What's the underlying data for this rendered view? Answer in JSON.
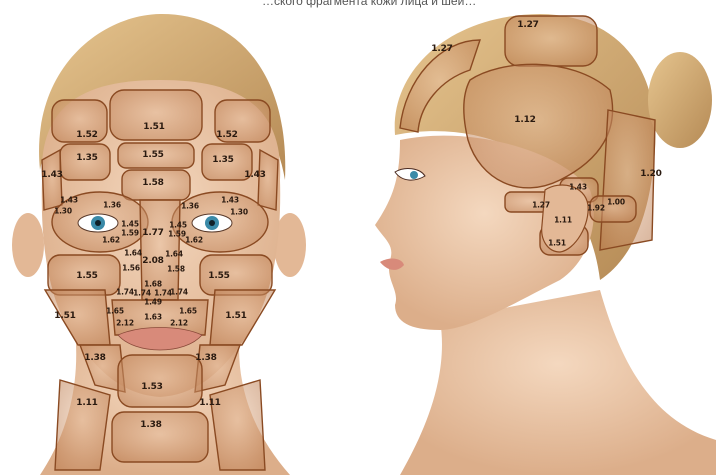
{
  "header_fragment": "…ского фрагмента кожи лица и шеи…",
  "front_face": {
    "zones": [
      {
        "id": "forehead-center",
        "value": "1.51"
      },
      {
        "id": "forehead-left",
        "value": "1.52"
      },
      {
        "id": "forehead-right",
        "value": "1.52"
      },
      {
        "id": "brow-center",
        "value": "1.55"
      },
      {
        "id": "temple-inner-left",
        "value": "1.35"
      },
      {
        "id": "temple-inner-right",
        "value": "1.35"
      },
      {
        "id": "glabella",
        "value": "1.58"
      },
      {
        "id": "temple-left",
        "value": "1.43"
      },
      {
        "id": "temple-right",
        "value": "1.43"
      },
      {
        "id": "upper-lid-left",
        "value": "1.36"
      },
      {
        "id": "upper-lid-right",
        "value": "1.36"
      },
      {
        "id": "outer-eye-left",
        "value": "1.43"
      },
      {
        "id": "outer-eye-right",
        "value": "1.43"
      },
      {
        "id": "outer-eye-left-2",
        "value": "1.30"
      },
      {
        "id": "outer-eye-right-2",
        "value": "1.30"
      },
      {
        "id": "inner-eye-left",
        "value": "1.45"
      },
      {
        "id": "inner-eye-right",
        "value": "1.45"
      },
      {
        "id": "inner-eye-left-2",
        "value": "1.59"
      },
      {
        "id": "inner-eye-right-2",
        "value": "1.59"
      },
      {
        "id": "under-eye-left",
        "value": "1.62"
      },
      {
        "id": "under-eye-right",
        "value": "1.62"
      },
      {
        "id": "nose-bridge",
        "value": "1.77"
      },
      {
        "id": "nose-side-left",
        "value": "1.64"
      },
      {
        "id": "nose-side-right",
        "value": "1.64"
      },
      {
        "id": "nose-mid",
        "value": "2.08"
      },
      {
        "id": "nose-lower-left",
        "value": "1.56"
      },
      {
        "id": "nose-lower-right",
        "value": "1.58"
      },
      {
        "id": "cheek-left",
        "value": "1.55"
      },
      {
        "id": "cheek-right",
        "value": "1.55"
      },
      {
        "id": "nose-tip",
        "value": "1.68"
      },
      {
        "id": "nostril-left",
        "value": "1.74"
      },
      {
        "id": "nostril-right",
        "value": "1.74"
      },
      {
        "id": "nostril-inner-left",
        "value": "1.74"
      },
      {
        "id": "nostril-inner-right",
        "value": "1.74"
      },
      {
        "id": "columella",
        "value": "1.49"
      },
      {
        "id": "nasolabial-left",
        "value": "1.65"
      },
      {
        "id": "nasolabial-right",
        "value": "1.65"
      },
      {
        "id": "upper-lip",
        "value": "1.63"
      },
      {
        "id": "lip-corner-left",
        "value": "2.12"
      },
      {
        "id": "lip-corner-right",
        "value": "2.12"
      },
      {
        "id": "lower-cheek-left",
        "value": "1.51"
      },
      {
        "id": "lower-cheek-right",
        "value": "1.51"
      },
      {
        "id": "jaw-left",
        "value": "1.38"
      },
      {
        "id": "jaw-right",
        "value": "1.38"
      },
      {
        "id": "chin",
        "value": "1.53"
      },
      {
        "id": "neck-left",
        "value": "1.11"
      },
      {
        "id": "neck-right",
        "value": "1.11"
      },
      {
        "id": "neck-center",
        "value": "1.38"
      }
    ]
  },
  "side_face": {
    "zones": [
      {
        "id": "crown",
        "value": "1.27"
      },
      {
        "id": "front-hairline",
        "value": "1.27"
      },
      {
        "id": "scalp-side",
        "value": "1.12"
      },
      {
        "id": "nape",
        "value": "1.20"
      },
      {
        "id": "ear-top",
        "value": "1.43"
      },
      {
        "id": "ear-front",
        "value": "1.27"
      },
      {
        "id": "ear-back",
        "value": "1.92"
      },
      {
        "id": "behind-ear",
        "value": "1.00"
      },
      {
        "id": "ear-concha",
        "value": "1.11"
      },
      {
        "id": "earlobe",
        "value": "1.51"
      }
    ]
  },
  "colors": {
    "zone_stroke": "#8a4a22",
    "zone_fill": "#d9a67a",
    "label_text": "#2a1a10",
    "skin": "#efcfb2",
    "hair": "#d8b47e",
    "background_text": "#b8bcc4"
  }
}
